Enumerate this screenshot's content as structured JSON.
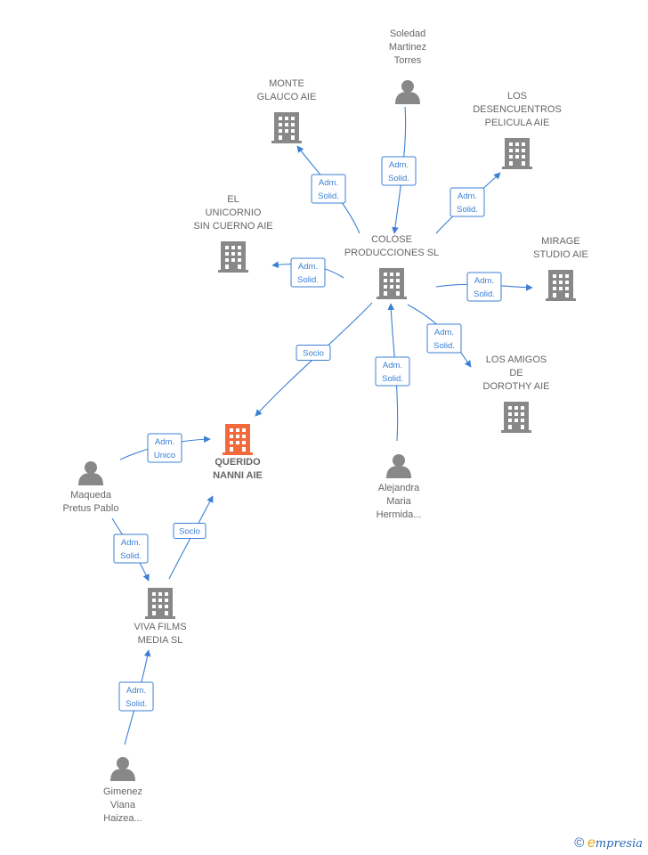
{
  "colors": {
    "edge": "#3b7fd4",
    "company": "#888888",
    "person": "#888888",
    "highlight": "#f26a3c",
    "label": "#666666"
  },
  "nodes": [
    {
      "id": "colose",
      "kind": "company",
      "label": [
        "COLOSE",
        "PRODUCCIONES SL"
      ]
    },
    {
      "id": "monte",
      "kind": "company",
      "label": [
        "MONTE",
        "GLAUCO  AIE"
      ]
    },
    {
      "id": "desenc",
      "kind": "company",
      "label": [
        "LOS",
        "DESENCUENTROS",
        "PELICULA  AIE"
      ]
    },
    {
      "id": "unicornio",
      "kind": "company",
      "label": [
        "EL",
        "UNICORNIO",
        "SIN CUERNO  AIE"
      ]
    },
    {
      "id": "mirage",
      "kind": "company",
      "label": [
        "MIRAGE",
        "STUDIO AIE"
      ]
    },
    {
      "id": "amigos",
      "kind": "company",
      "label": [
        "LOS AMIGOS",
        "DE",
        "DOROTHY  AIE"
      ]
    },
    {
      "id": "querido",
      "kind": "main",
      "label": [
        "QUERIDO",
        "NANNI AIE"
      ]
    },
    {
      "id": "viva",
      "kind": "company",
      "label": [
        "VIVA FILMS",
        "MEDIA  SL"
      ]
    },
    {
      "id": "soledad",
      "kind": "person",
      "label": [
        "Soledad",
        "Martinez",
        "Torres"
      ]
    },
    {
      "id": "alejandra",
      "kind": "person",
      "label": [
        "Alejandra",
        "Maria",
        "Hermida..."
      ]
    },
    {
      "id": "maqueda",
      "kind": "person",
      "label": [
        "Maqueda",
        "Pretus Pablo"
      ]
    },
    {
      "id": "gimenez",
      "kind": "person",
      "label": [
        "Gimenez",
        "Viana",
        "Haizea..."
      ]
    }
  ],
  "edges": [
    {
      "id": "e1",
      "label": [
        "Adm.",
        "Solid."
      ]
    },
    {
      "id": "e2",
      "label": [
        "Adm.",
        "Solid."
      ]
    },
    {
      "id": "e3",
      "label": [
        "Adm.",
        "Solid."
      ]
    },
    {
      "id": "e4",
      "label": [
        "Adm.",
        "Solid."
      ]
    },
    {
      "id": "e5",
      "label": [
        "Adm.",
        "Solid."
      ]
    },
    {
      "id": "e6",
      "label": [
        "Adm.",
        "Solid."
      ]
    },
    {
      "id": "e7",
      "label": [
        "Socio"
      ]
    },
    {
      "id": "e8",
      "label": [
        "Adm.",
        "Solid."
      ]
    },
    {
      "id": "e9",
      "label": [
        "Adm.",
        "Unico"
      ]
    },
    {
      "id": "e10",
      "label": [
        "Adm.",
        "Solid."
      ]
    },
    {
      "id": "e11",
      "label": [
        "Socio"
      ]
    },
    {
      "id": "e12",
      "label": [
        "Adm.",
        "Solid."
      ]
    }
  ],
  "footer": {
    "copyright": "©",
    "brand_initial": "e",
    "brand_rest": "mpresia"
  }
}
